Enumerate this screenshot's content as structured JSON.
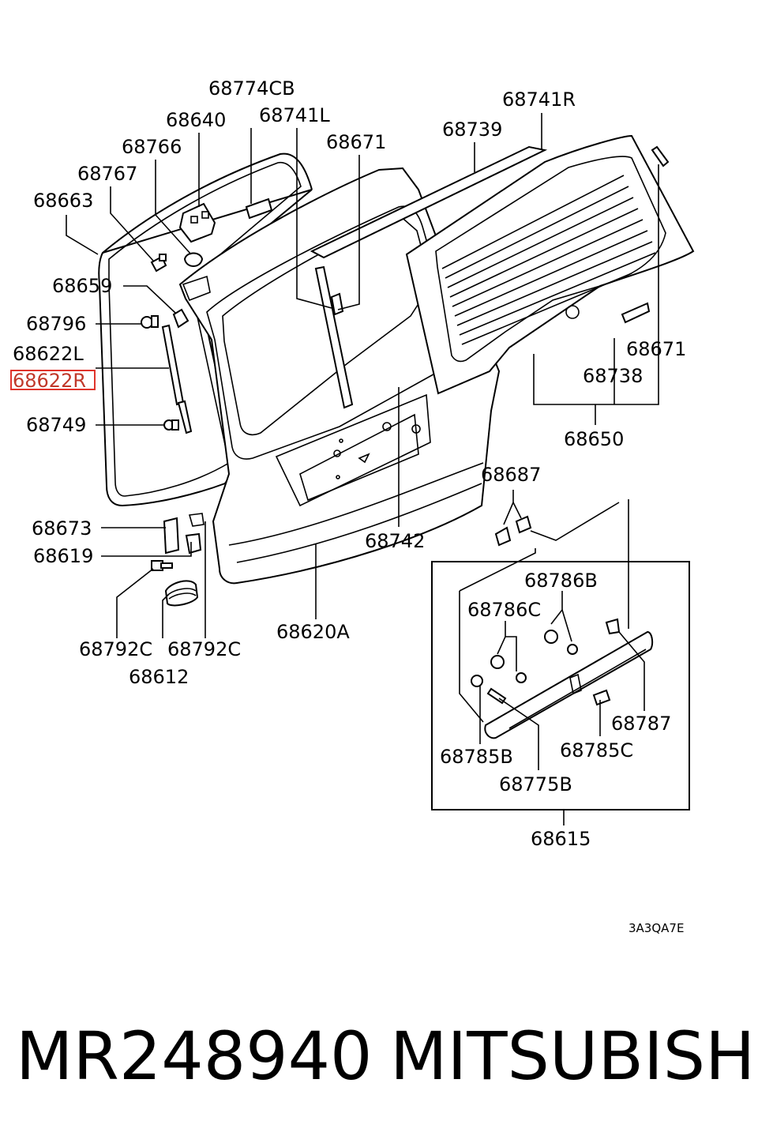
{
  "labels": {
    "l68774CB": "68774CB",
    "l68640": "68640",
    "l68741L": "68741L",
    "l68741R": "68741R",
    "l68766": "68766",
    "l68671a": "68671",
    "l68739": "68739",
    "l68767": "68767",
    "l68663": "68663",
    "l68659": "68659",
    "l68796": "68796",
    "l68622L": "68622L",
    "l68622R": "68622R",
    "l68671b": "68671",
    "l68738": "68738",
    "l68749": "68749",
    "l68650": "68650",
    "l68687": "68687",
    "l68673": "68673",
    "l68742": "68742",
    "l68619": "68619",
    "l68786B": "68786B",
    "l68786C": "68786C",
    "l68620A": "68620A",
    "l68792Ca": "68792C",
    "l68792Cb": "68792C",
    "l68612": "68612",
    "l68787": "68787",
    "l68785C": "68785C",
    "l68785B": "68785B",
    "l68775B": "68775B",
    "l68615": "68615"
  },
  "diagram_code": "3A3QA7E",
  "footer": {
    "part_number": "MR248940",
    "brand": "MITSUBISHI"
  },
  "highlight_color": "#e0342c"
}
